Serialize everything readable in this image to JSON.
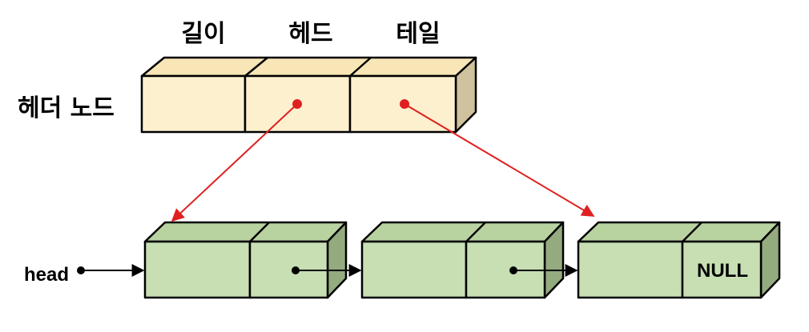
{
  "header": {
    "field_labels": [
      "길이",
      "헤드",
      "테일"
    ],
    "side_label": "헤더 노드"
  },
  "list": {
    "head_label": "head",
    "null_label": "NULL"
  },
  "colors": {
    "header_front": "#fdf0cf",
    "header_top": "#f8e6b6",
    "header_side": "#cfc29d",
    "node_front": "#c7dfb3",
    "node_top": "#b8d3a0",
    "node_side": "#94ab80",
    "pointer_red": "#e02020",
    "outline": "#000000"
  }
}
